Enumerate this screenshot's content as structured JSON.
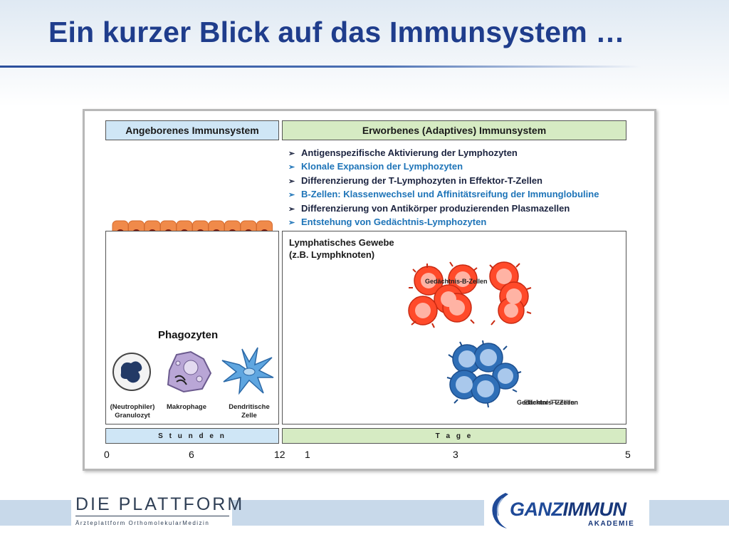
{
  "title": "Ein kurzer Blick auf das Immunsystem …",
  "innate_header": "Angeborenes Immunsystem",
  "adaptive_header": "Erworbenes (Adaptives) Immunsystem",
  "bullets": [
    {
      "text": "Antigenspezifische Aktivierung der Lymphozyten",
      "color": "#1c2440"
    },
    {
      "text": "Klonale Expansion der Lymphozyten",
      "color": "#1e74b8"
    },
    {
      "text": "Differenzierung der T-Lymphozyten in Effektor-T-Zellen",
      "color": "#1c2440"
    },
    {
      "text": "B-Zellen: Klassenwechsel und Affinitätsreifung der Immunglobuline",
      "color": "#1e74b8"
    },
    {
      "text": "Differenzierung von Antikörper produzierenden Plasmazellen",
      "color": "#1c2440"
    },
    {
      "text": "Entstehung von Gedächtnis-Lymphozyten",
      "color": "#1e74b8"
    }
  ],
  "lymph_tissue": {
    "line1": "Lymphatisches Gewebe",
    "line2": "(z.B. Lymphknoten)"
  },
  "phagocytes_label": "Phagozyten",
  "cells": {
    "granulocyte": {
      "line1": "(Neutrophiler)",
      "line2": "Granulozyt"
    },
    "macrophage": {
      "line1": "Makrophage"
    },
    "dendritic": {
      "line1": "Dendritische",
      "line2": "Zelle"
    }
  },
  "b_cell_label": "Gedächtnis-B-Zellen",
  "t_cell_label": "Gedächtnis-T-Zellen",
  "t_cell_label_overlap": "Effektor-T-Zellen",
  "time_bars": {
    "hours": "S t u n d e n",
    "days": "T a g e"
  },
  "ticks": {
    "t0": "0",
    "t6": "6",
    "t12": "12",
    "t1": "1",
    "t3": "3",
    "t5": "5"
  },
  "footer": {
    "plattform": "DIE PLATTFORM",
    "plattform_sub": "Ärzteplattform OrthomolekularMedizin",
    "ganz_part1": "GANZ",
    "ganz_part2": "IMMUN",
    "akademie": "AKADEMIE"
  },
  "colors": {
    "title": "#1f3d8c",
    "innate_fill": "#cfe6f6",
    "adaptive_fill": "#d6ebc3",
    "b_cell": "#ff4a2a",
    "t_cell": "#2f6fb7",
    "epithelium": "#f08a4a"
  }
}
